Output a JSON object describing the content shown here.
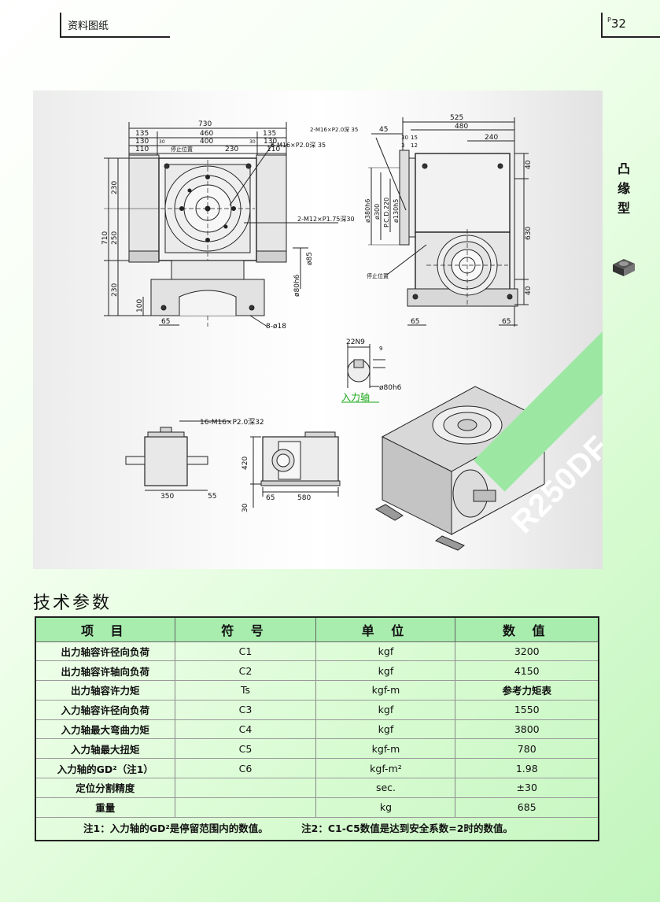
{
  "header": {
    "left_title": "资料图纸",
    "page_prefix": "P",
    "page_number": "32"
  },
  "side": {
    "category": "凸缘型"
  },
  "model": {
    "name": "R250DF"
  },
  "drawing": {
    "labels": {
      "stop_position": "停止位置",
      "stop_position2": "停止位置",
      "input_shaft": "入力轴",
      "top_front_width": "730",
      "top_front_l135": "135",
      "top_front_460": "460",
      "top_front_r135": "135",
      "top_front_l130": "130",
      "top_front_30a": "30",
      "top_front_400": "400",
      "top_front_30b": "30",
      "top_front_r130": "130",
      "top_front_l110": "110",
      "top_front_230": "230",
      "top_front_r110": "110",
      "left_230a": "230",
      "left_250": "250",
      "left_710": "710",
      "left_230b": "230",
      "left_100": "100",
      "bottom_65": "65",
      "holes_8": "8-ø18",
      "tap_6": "6-M16×P2.0深 35",
      "tap_2a": "2-M16×P2.0深 35",
      "tap_2b": "2-M12×P1.75深30",
      "dia85": "ø85",
      "dia80h6": "ø80h6",
      "side_525": "525",
      "side_480": "480",
      "side_45": "45",
      "side_30": "30",
      "side_15": "15",
      "side_3": "3",
      "side_12": "12",
      "side_240": "240",
      "side_40a": "40",
      "side_630": "630",
      "side_40b": "40",
      "side_65a": "65",
      "side_65b": "65",
      "d380h6": "ø380h6",
      "d300": "ø300",
      "pcd220": "P.C.D.220",
      "d130h5": "ø130h5",
      "key_22n9": "22N9",
      "key_9": "9",
      "key_d80": "ø80h6",
      "tap_16": "16-M16×P2.0深32",
      "bot_350": "350",
      "bot_55": "55",
      "bot_420": "420",
      "bot_30": "30",
      "bot_65": "65",
      "bot_580": "580"
    }
  },
  "section_title": "技术参数",
  "table": {
    "headers": [
      "项 目",
      "符 号",
      "单 位",
      "数 值"
    ],
    "rows": [
      [
        "出力轴容许径向负荷",
        "C1",
        "kgf",
        "3200"
      ],
      [
        "出力轴容许轴向负荷",
        "C2",
        "kgf",
        "4150"
      ],
      [
        "出力轴容许力矩",
        "Ts",
        "kgf-m",
        "参考力矩表"
      ],
      [
        "入力轴容许径向负荷",
        "C3",
        "kgf",
        "1550"
      ],
      [
        "入力轴最大弯曲力矩",
        "C4",
        "kgf",
        "3800"
      ],
      [
        "入力轴最大扭矩",
        "C5",
        "kgf-m",
        "780"
      ],
      [
        "入力轴的GD²（注1）",
        "C6",
        "kgf-m²",
        "1.98"
      ],
      [
        "定位分割精度",
        "",
        "sec.",
        "±30"
      ],
      [
        "重量",
        "",
        "kg",
        "685"
      ]
    ],
    "note1": "注1：入力轴的GD²是停留范围内的数值。",
    "note2": "注2：C1-C5数值是达到安全系数=2时的数值。"
  }
}
